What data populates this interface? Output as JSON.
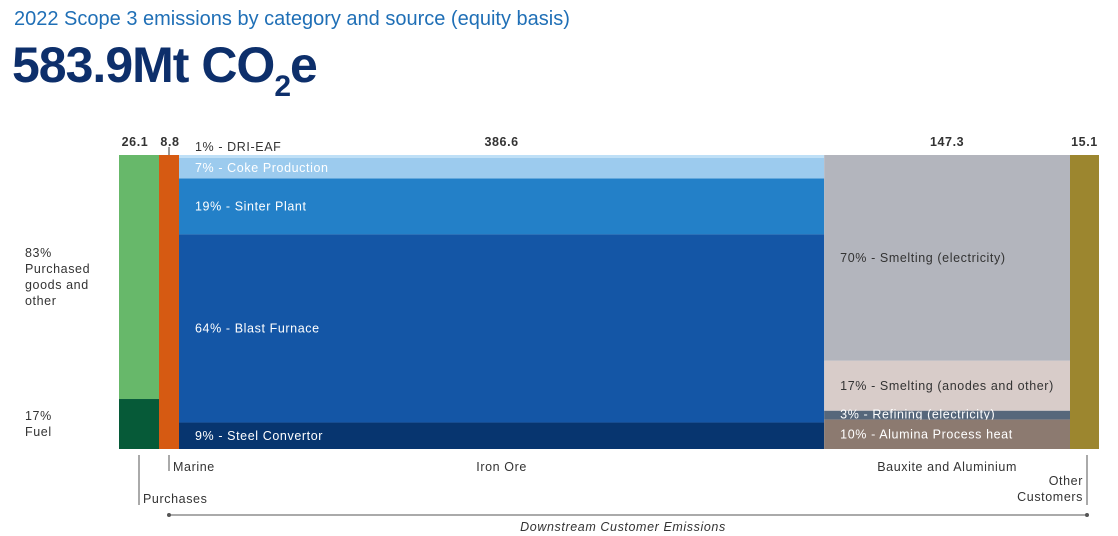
{
  "header": {
    "title": "2022 Scope 3 emissions by category and source (equity basis)",
    "total_value": "583.9Mt CO",
    "total_subscript": "2",
    "total_suffix": "e"
  },
  "chart_data": {
    "type": "bar",
    "subtype": "variable-width stacked bar (marimekko)",
    "title": "2022 Scope 3 emissions by category and source (equity basis)",
    "unit": "Mt CO2e",
    "total": 583.9,
    "columns": [
      {
        "key": "purchases",
        "value": 26.1,
        "value_label": "26.1",
        "category_label": "Purchases",
        "segments": [
          {
            "label": "83%\nPurchased\ngoods and\nother",
            "percent": 83,
            "color": "#67b86a",
            "label_color": "#333333",
            "label_side": "left"
          },
          {
            "label": "17%\nFuel",
            "percent": 17,
            "color": "#065a38",
            "label_color": "#333333",
            "label_side": "left"
          }
        ]
      },
      {
        "key": "marine",
        "value": 8.8,
        "value_label": "8.8",
        "category_label": "Marine",
        "segments": [
          {
            "label": "",
            "percent": 100,
            "color": "#d65a12",
            "label_color": "#333333",
            "label_side": "none"
          }
        ]
      },
      {
        "key": "iron_ore",
        "value": 386.6,
        "value_label": "386.6",
        "category_label": "Iron Ore",
        "segments": [
          {
            "label": "1% - DRI-EAF",
            "percent": 1,
            "color": "#bfe0f7",
            "label_color": "#333333",
            "label_side": "above"
          },
          {
            "label": "7% - Coke Production",
            "percent": 7,
            "color": "#9ccbee",
            "label_color": "#ffffff",
            "label_side": "inside"
          },
          {
            "label": "19% - Sinter Plant",
            "percent": 19,
            "color": "#2380c8",
            "label_color": "#ffffff",
            "label_side": "inside"
          },
          {
            "label": "64% - Blast Furnace",
            "percent": 64,
            "color": "#1456a6",
            "label_color": "#ffffff",
            "label_side": "inside"
          },
          {
            "label": "9% - Steel Convertor",
            "percent": 9,
            "color": "#07356f",
            "label_color": "#ffffff",
            "label_side": "inside"
          }
        ]
      },
      {
        "key": "bauxite_aluminium",
        "value": 147.3,
        "value_label": "147.3",
        "category_label": "Bauxite and Aluminium",
        "segments": [
          {
            "label": "70% - Smelting (electricity)",
            "percent": 70,
            "color": "#b3b5bd",
            "label_color": "#333333",
            "label_side": "inside"
          },
          {
            "label": "17% - Smelting (anodes and other)",
            "percent": 17,
            "color": "#d8ccc9",
            "label_color": "#333333",
            "label_side": "inside"
          },
          {
            "label": "3% - Refining (electricity)",
            "percent": 3,
            "color": "#56677b",
            "label_color": "#ffffff",
            "label_side": "inside"
          },
          {
            "label": "10% - Alumina Process heat",
            "percent": 10,
            "color": "#8c7a70",
            "label_color": "#ffffff",
            "label_side": "inside"
          }
        ]
      },
      {
        "key": "other_customers",
        "value": 15.1,
        "value_label": "15.1",
        "category_label": "Other\nCustomers",
        "segments": [
          {
            "label": "",
            "percent": 100,
            "color": "#9c862f",
            "label_color": "#333333",
            "label_side": "none"
          }
        ]
      }
    ],
    "bracket_label": "Downstream Customer Emissions",
    "colors": {
      "text": "#333333",
      "axis": "#555555",
      "title": "#1f6fb6",
      "total": "#0d2f6b"
    }
  }
}
